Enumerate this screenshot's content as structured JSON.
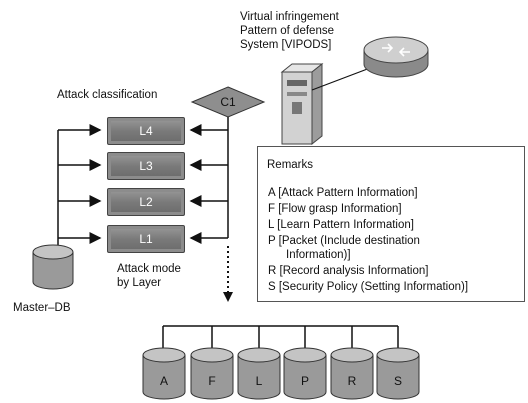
{
  "title_lines": [
    "Virtual infringement",
    "Pattern of defense",
    "System [VIPODS]"
  ],
  "attack_classification_label": "Attack classification",
  "classifier_label": "C1",
  "layers": [
    "L4",
    "L3",
    "L2",
    "L1"
  ],
  "attack_mode_lines": [
    "Attack mode",
    "by Layer"
  ],
  "master_db_label": "Master–DB",
  "remarks": {
    "heading": "Remarks",
    "items": [
      "A [Attack Pattern Information]",
      "F [Flow grasp Information]",
      "L [Learn Pattern Information]",
      "P [Packet (Include destination",
      "Information)]",
      "R [Record analysis Information]",
      "S [Security Policy (Setting Information)]"
    ]
  },
  "databases": [
    "A",
    "F",
    "L",
    "P",
    "R",
    "S"
  ]
}
